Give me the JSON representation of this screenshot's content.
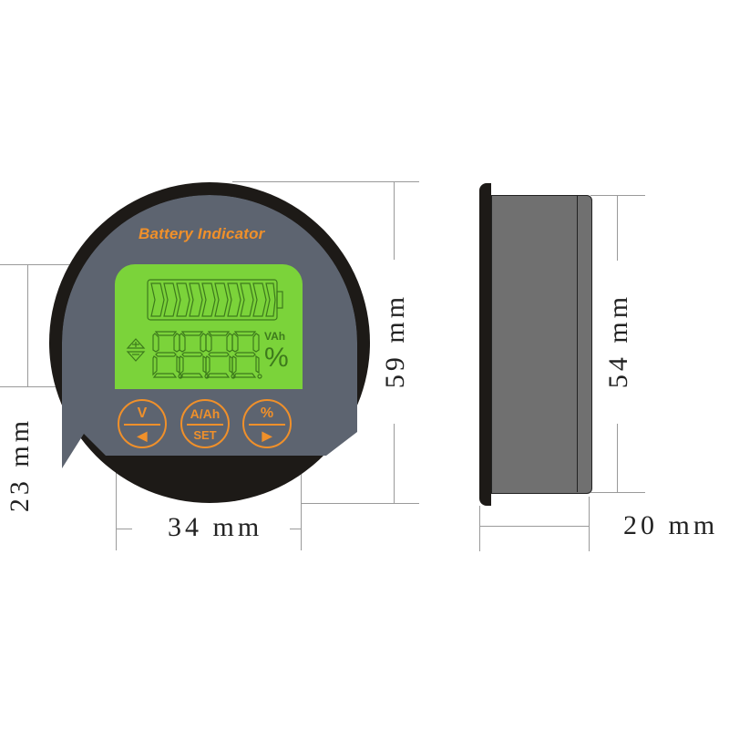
{
  "front_view": {
    "title": "Battery Indicator",
    "lcd": {
      "battery_segments": 10,
      "digits": "8.8.8.8",
      "digit_count": 4,
      "unit_top": "VAh",
      "unit_bottom": "%",
      "arrow_up_symbol": "+",
      "arrow_down_symbol": "−"
    },
    "buttons": [
      {
        "top": "V",
        "bottom": "◀"
      },
      {
        "top": "A/Ah",
        "bottom": "SET"
      },
      {
        "top": "%",
        "bottom": "▶"
      }
    ]
  },
  "dimensions": {
    "front_height": "59 mm",
    "front_width": "34 mm",
    "front_lcd_height": "23 mm",
    "side_height": "54 mm",
    "side_depth": "20 mm"
  },
  "colors": {
    "bezel": "#1d1a17",
    "face": "#5d6470",
    "lcd": "#7bd33a",
    "accent_orange": "#f0902a",
    "side_body": "#707070"
  }
}
